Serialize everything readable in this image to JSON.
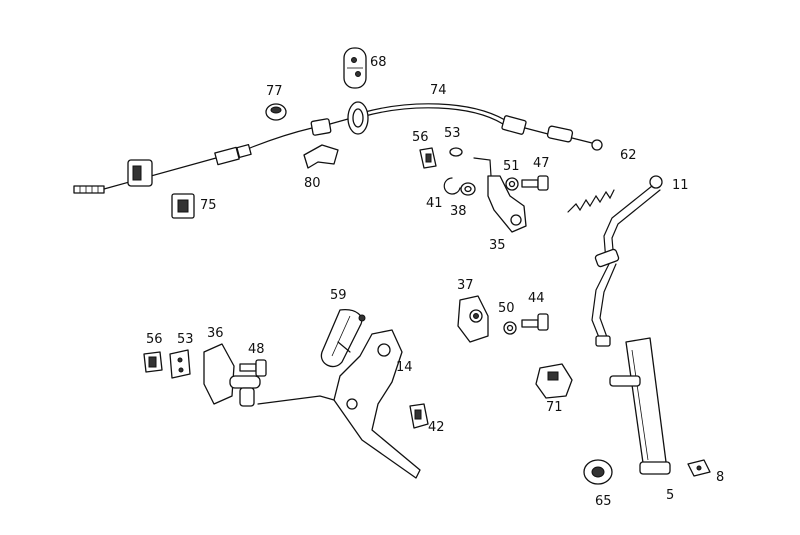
{
  "callouts": [
    {
      "id": "c68",
      "text": "68"
    },
    {
      "id": "c74",
      "text": "74"
    },
    {
      "id": "c77",
      "text": "77"
    },
    {
      "id": "c56a",
      "text": "56"
    },
    {
      "id": "c53a",
      "text": "53"
    },
    {
      "id": "c62",
      "text": "62"
    },
    {
      "id": "c51",
      "text": "51"
    },
    {
      "id": "c47",
      "text": "47"
    },
    {
      "id": "c11",
      "text": "11"
    },
    {
      "id": "c80",
      "text": "80"
    },
    {
      "id": "c41",
      "text": "41"
    },
    {
      "id": "c38",
      "text": "38"
    },
    {
      "id": "c75",
      "text": "75"
    },
    {
      "id": "c35",
      "text": "35"
    },
    {
      "id": "c37",
      "text": "37"
    },
    {
      "id": "c59",
      "text": "59"
    },
    {
      "id": "c50",
      "text": "50"
    },
    {
      "id": "c44",
      "text": "44"
    },
    {
      "id": "c56b",
      "text": "56"
    },
    {
      "id": "c53b",
      "text": "53"
    },
    {
      "id": "c36",
      "text": "36"
    },
    {
      "id": "c48",
      "text": "48"
    },
    {
      "id": "c14",
      "text": "14"
    },
    {
      "id": "c71",
      "text": "71"
    },
    {
      "id": "c42",
      "text": "42"
    },
    {
      "id": "c8",
      "text": "8"
    },
    {
      "id": "c65",
      "text": "65"
    },
    {
      "id": "c5",
      "text": "5"
    }
  ]
}
